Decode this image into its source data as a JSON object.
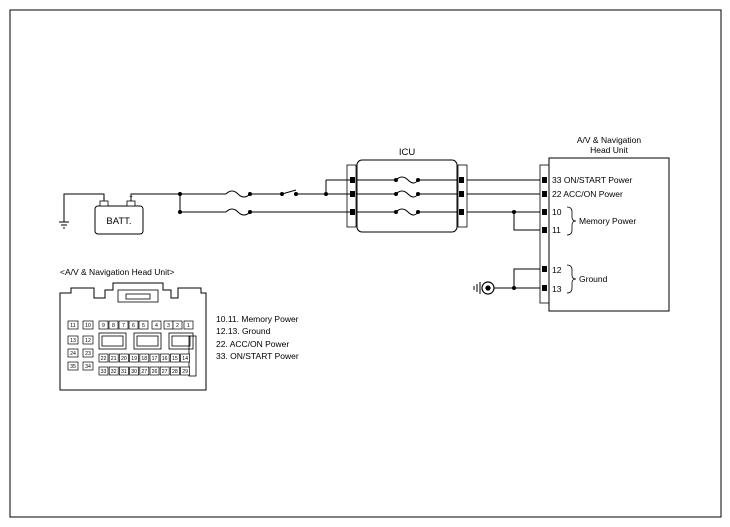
{
  "battery": {
    "label": "BATT.",
    "minus": "-",
    "plus": "+"
  },
  "icu": {
    "label": "ICU"
  },
  "head_unit": {
    "title_line1": "A/V & Navigation",
    "title_line2": "Head Unit",
    "pins": {
      "p33": "33 ON/START Power",
      "p22": "22 ACC/ON Power",
      "p10": "10",
      "p11": "11",
      "p12": "12",
      "p13": "13"
    },
    "memory_label": "Memory Power",
    "ground_label": "Ground"
  },
  "connector": {
    "title": "<A/V & Navigation Head Unit>",
    "left_pins": [
      "11",
      "10",
      "13",
      "12",
      "24",
      "23",
      "35",
      "34"
    ],
    "row1": [
      "9",
      "8",
      "7",
      "6",
      "5",
      "4",
      "3",
      "2",
      "1"
    ],
    "row2": [
      "22",
      "21",
      "20",
      "19",
      "18",
      "17",
      "16",
      "15",
      "14"
    ],
    "row3": [
      "33",
      "32",
      "31",
      "30",
      "27",
      "26",
      "27",
      "28",
      "29"
    ]
  },
  "legend": [
    "10.11. Memory Power",
    "12.13. Ground",
    "22. ACC/ON Power",
    "33. ON/START Power"
  ]
}
